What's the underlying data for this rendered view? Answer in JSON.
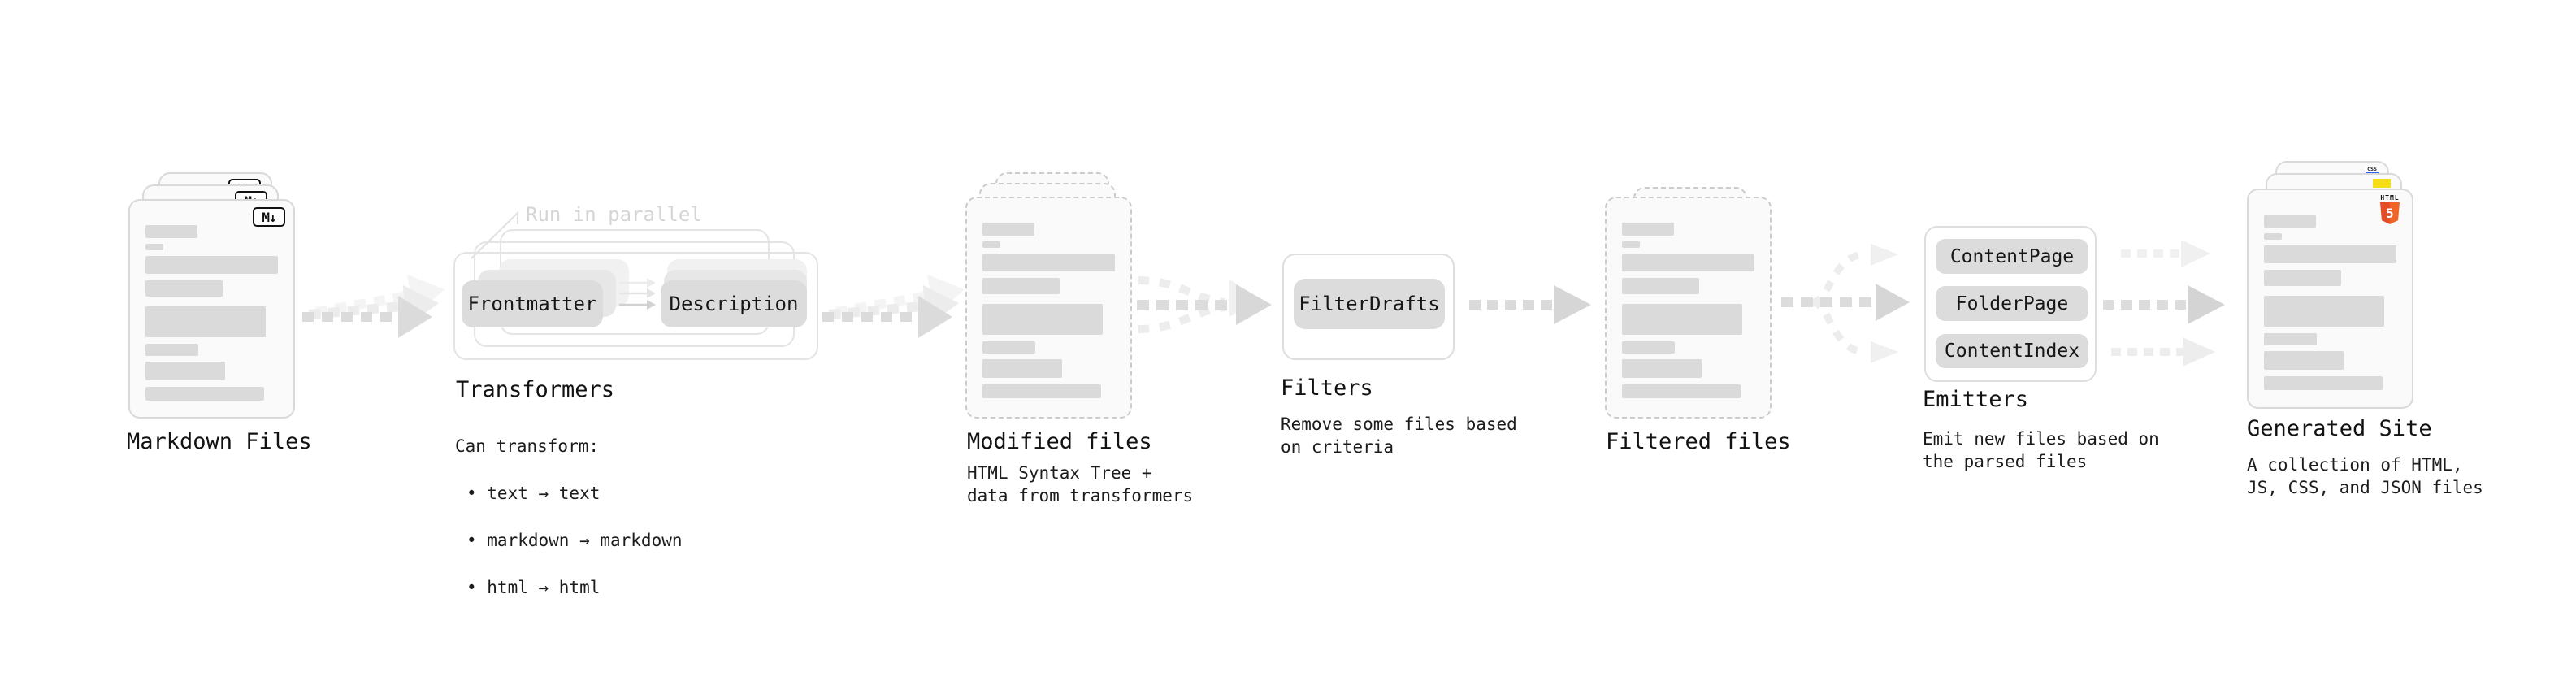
{
  "stages": {
    "markdown_files": {
      "title": "Markdown Files",
      "badge": "M↓"
    },
    "transformers": {
      "title": "Transformers",
      "note": "Run in parallel",
      "pill_left": "Frontmatter",
      "pill_right": "Description",
      "desc_heading": "Can transform:",
      "bullets": [
        "• text → text",
        "• markdown → markdown",
        "• html → html"
      ]
    },
    "modified_files": {
      "title": "Modified files",
      "desc": "HTML Syntax Tree +\ndata from transformers"
    },
    "filters": {
      "title": "Filters",
      "pill": "FilterDrafts",
      "desc": "Remove some files based\non criteria"
    },
    "filtered_files": {
      "title": "Filtered files"
    },
    "emitters": {
      "title": "Emitters",
      "pills": [
        "ContentPage",
        "FolderPage",
        "ContentIndex"
      ],
      "desc": "Emit new files based on\nthe parsed files"
    },
    "generated_site": {
      "title": "Generated Site",
      "desc": "A collection of HTML,\nJS, CSS, and JSON files",
      "css_badge": "CSS",
      "html_badge_word": "HTML",
      "html_badge_number": "5"
    }
  },
  "colors": {
    "doc_fill": "#fafafa",
    "doc_border": "#d9d9d9",
    "placeholder_bar": "#dadada",
    "pill_fill": "#dcdcdc",
    "arrow_main": "#dbdbdb",
    "arrow_light": "#ededed",
    "note_gray": "#d5d5d5",
    "text": "#121212",
    "html5_orange": "#e44d26",
    "html5_orange_light": "#f16529",
    "js_yellow": "#f5de19",
    "css_blue": "#2965f1"
  }
}
